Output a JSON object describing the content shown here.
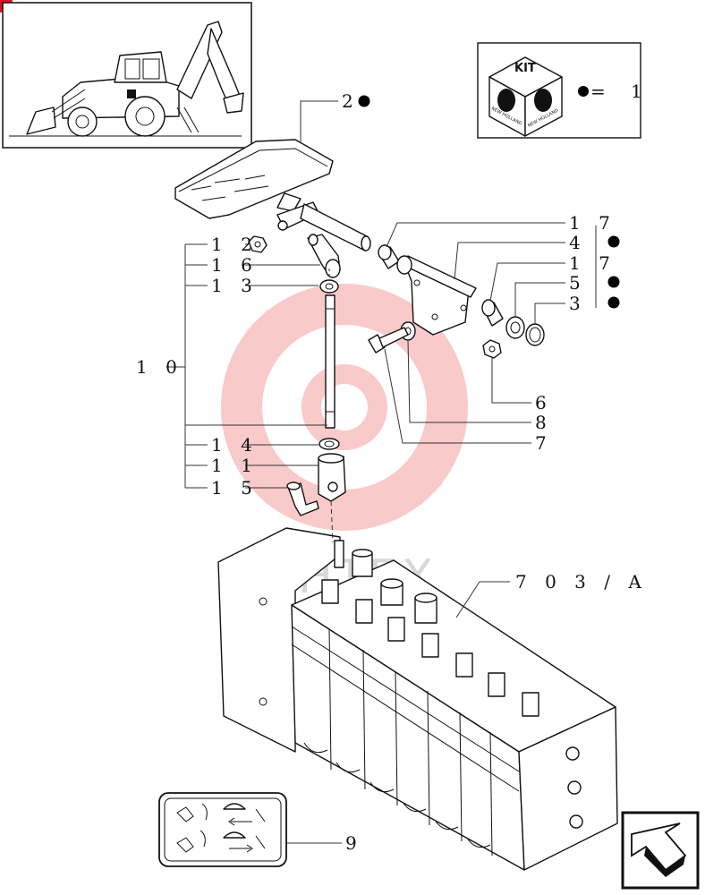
{
  "kit": {
    "title": "KIT",
    "equals_text": "=",
    "number": "1",
    "logo_text": "NEW HOLLAND"
  },
  "watermark": {
    "text": "ИНТЕХ"
  },
  "callouts": [
    {
      "id": "2",
      "label": "2",
      "marker": true
    },
    {
      "id": "17a",
      "label": "1 7",
      "marker": false
    },
    {
      "id": "4",
      "label": "4",
      "marker": true
    },
    {
      "id": "17b",
      "label": "1 7",
      "marker": false
    },
    {
      "id": "5",
      "label": "5",
      "marker": true
    },
    {
      "id": "3",
      "label": "3",
      "marker": true
    },
    {
      "id": "12",
      "label": "1 2",
      "marker": false
    },
    {
      "id": "16",
      "label": "1 6",
      "marker": false
    },
    {
      "id": "13",
      "label": "1 3",
      "marker": false
    },
    {
      "id": "10",
      "label": "1 0",
      "marker": false
    },
    {
      "id": "6",
      "label": "6",
      "marker": false
    },
    {
      "id": "8",
      "label": "8",
      "marker": false
    },
    {
      "id": "7",
      "label": "7",
      "marker": false
    },
    {
      "id": "14",
      "label": "1 4",
      "marker": false
    },
    {
      "id": "11",
      "label": "1 1",
      "marker": false
    },
    {
      "id": "15",
      "label": "1 5",
      "marker": false
    },
    {
      "id": "703A",
      "label": "7 0 3 / A",
      "marker": false
    },
    {
      "id": "9",
      "label": "9",
      "marker": false
    }
  ],
  "colors": {
    "line": "#111111",
    "watermark": "#f5a0a0",
    "marker": "#000000",
    "corner_badge": "#e0102a"
  },
  "icons": [
    "backhoe-loader-thumbnail",
    "kit-cube-icon",
    "next-page-arrow-icon",
    "control-pattern-decal-icon"
  ]
}
